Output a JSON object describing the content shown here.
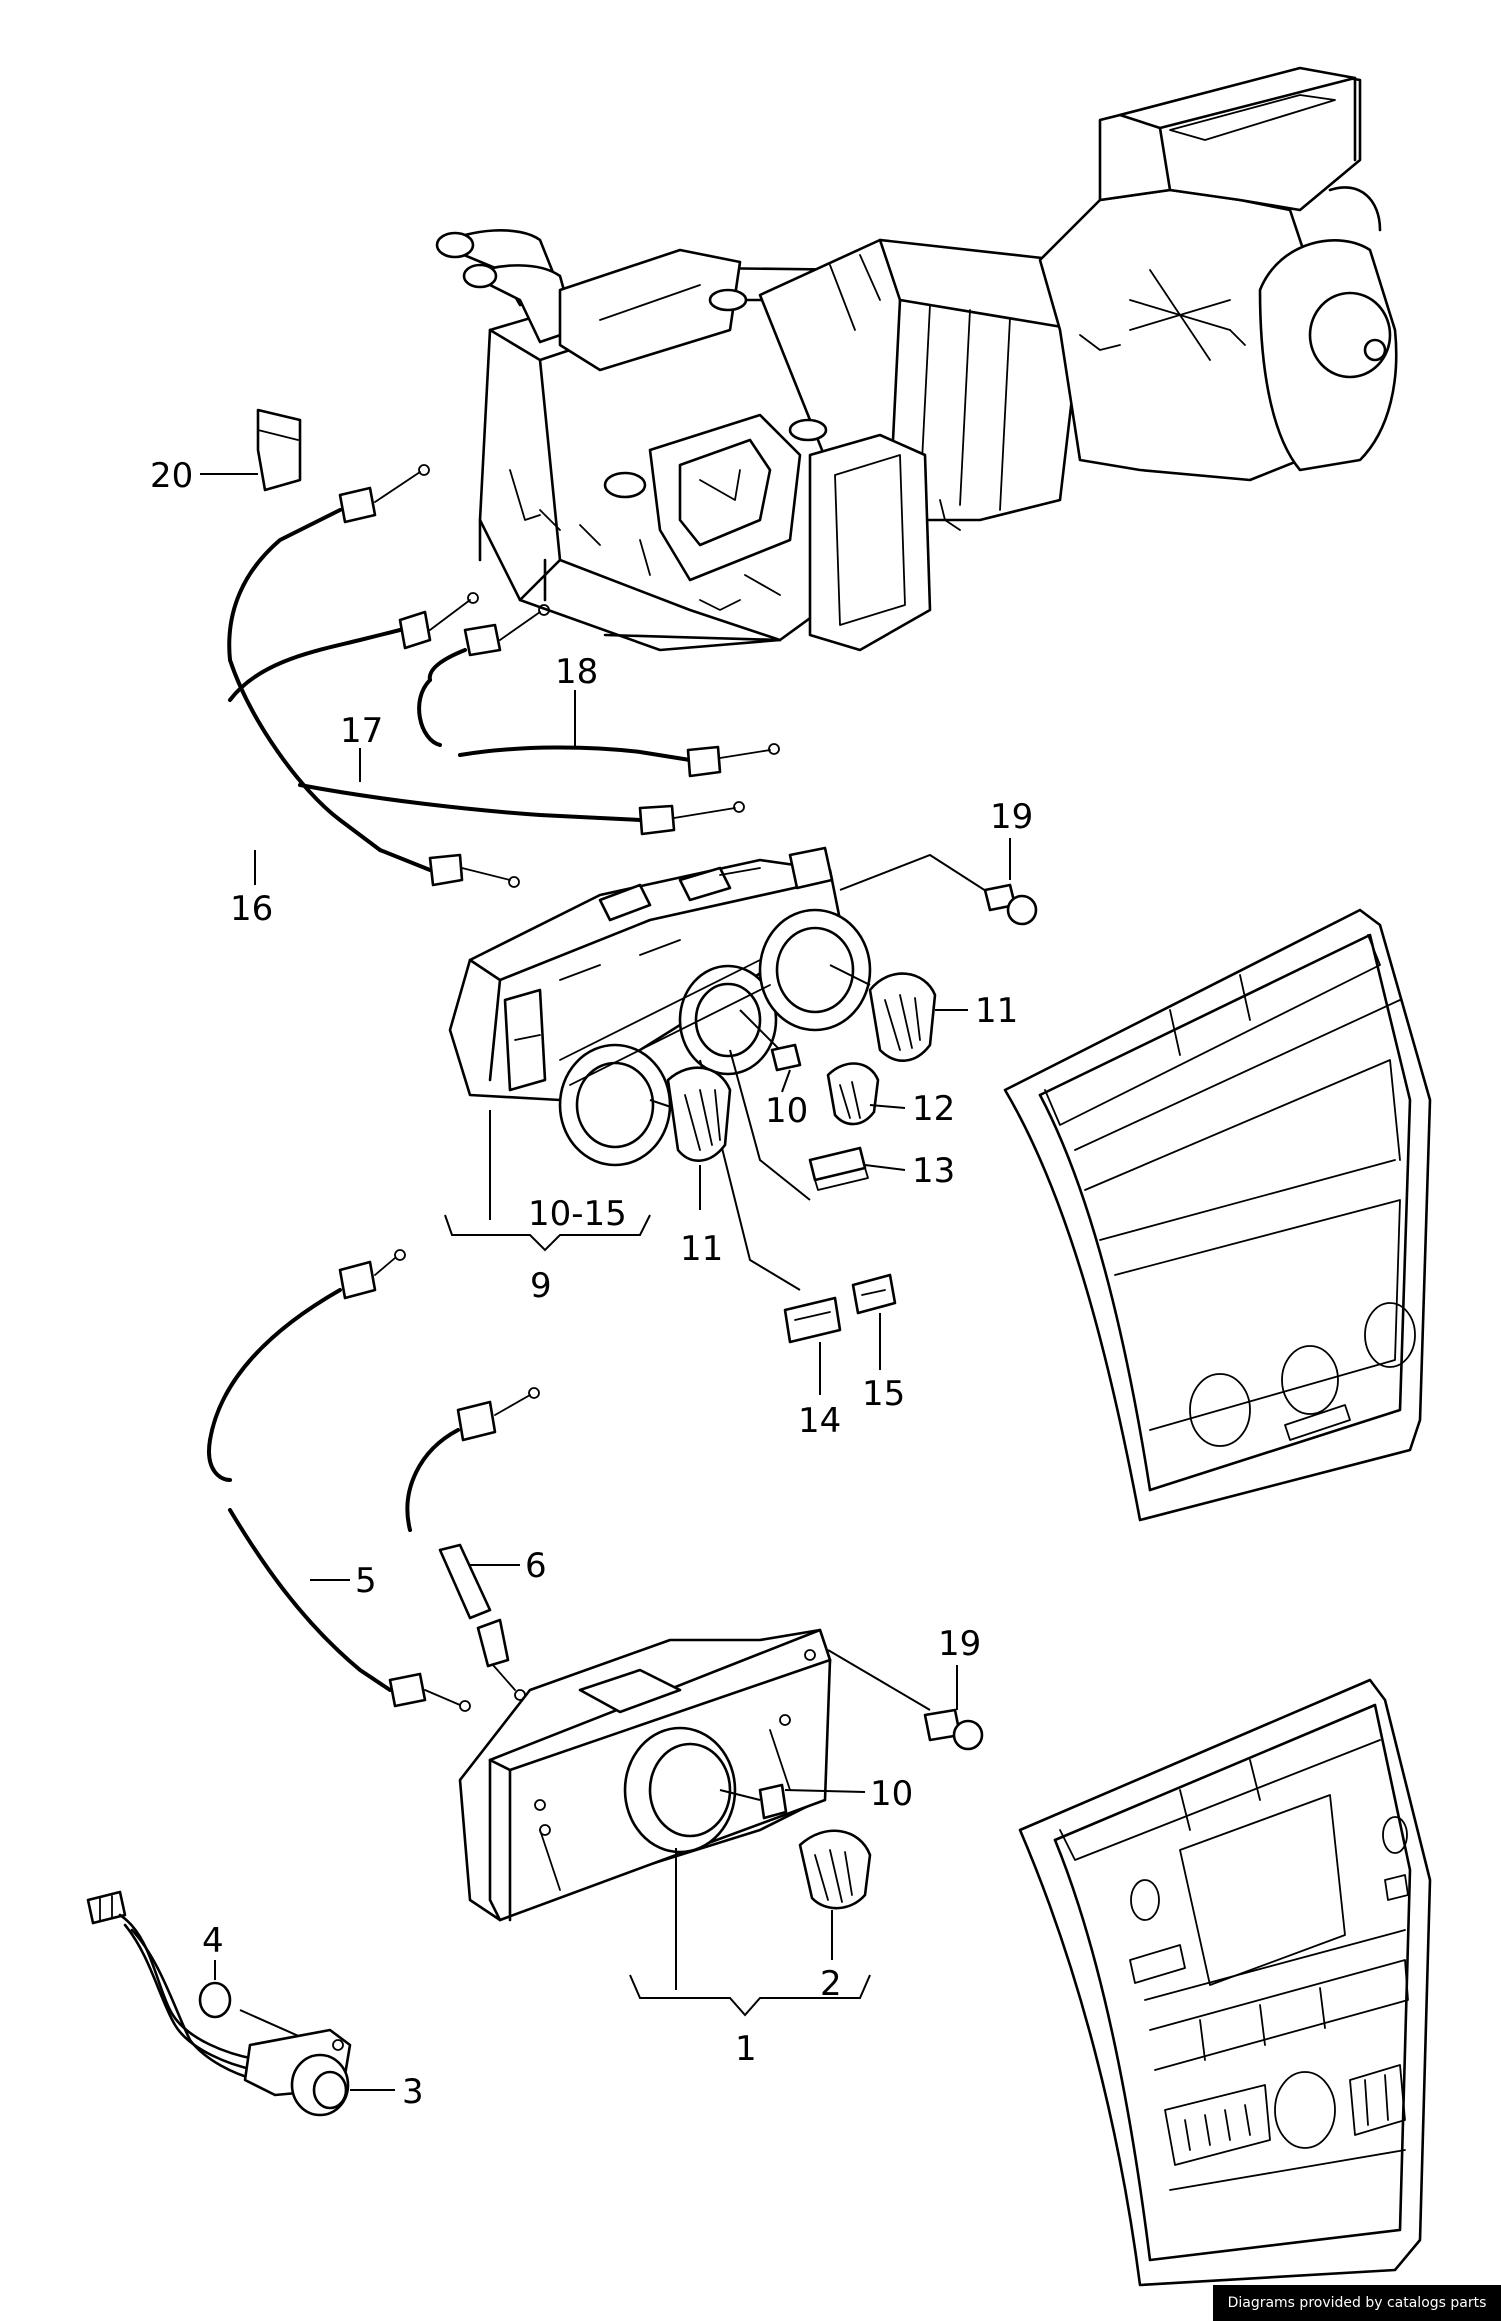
{
  "callouts": {
    "c1": "1",
    "c2": "2",
    "c3": "3",
    "c4": "4",
    "c5": "5",
    "c6": "6",
    "c9": "9",
    "c10a": "10",
    "c10b": "10",
    "c10_15": "10-15",
    "c11a": "11",
    "c11b": "11",
    "c12": "12",
    "c13": "13",
    "c14": "14",
    "c15": "15",
    "c16": "16",
    "c17": "17",
    "c18": "18",
    "c19a": "19",
    "c19b": "19",
    "c20": "20"
  },
  "footer": {
    "credit": "Diagrams provided by catalogs parts"
  },
  "colors": {
    "line": "#000000",
    "background": "#ffffff",
    "credit_bg": "#000000",
    "credit_text": "#ffffff"
  }
}
